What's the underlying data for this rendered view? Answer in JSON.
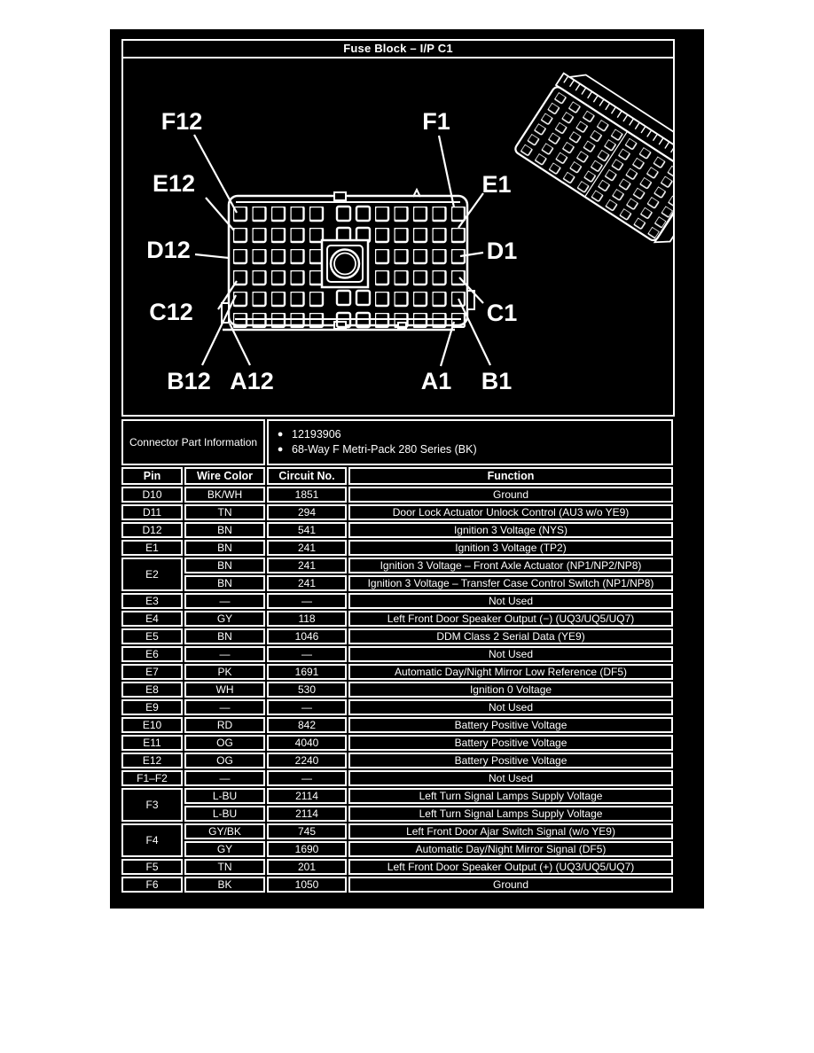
{
  "title": "Fuse Block – I/P C1",
  "colors": {
    "page_background": "#ffffff",
    "figure_background": "#000000",
    "line_and_text": "#ffffff"
  },
  "connector_info": {
    "label": "Connector Part Information",
    "bullets": [
      "12193906",
      "68-Way F Metri-Pack 280 Series (BK)"
    ]
  },
  "diagram": {
    "labels": {
      "f12": "F12",
      "f1": "F1",
      "e12": "E12",
      "e1": "E1",
      "d12": "D12",
      "d1": "D1",
      "c12": "C12",
      "c1": "C1",
      "b12": "B12",
      "a12": "A12",
      "a1": "A1",
      "b1": "B1"
    }
  },
  "table": {
    "headers": [
      "Pin",
      "Wire Color",
      "Circuit No.",
      "Function"
    ],
    "rows": [
      {
        "pin": "D10",
        "entries": [
          {
            "wire": "BK/WH",
            "circuit": "1851",
            "function": "Ground"
          }
        ]
      },
      {
        "pin": "D11",
        "entries": [
          {
            "wire": "TN",
            "circuit": "294",
            "function": "Door Lock Actuator Unlock Control (AU3 w/o YE9)"
          }
        ]
      },
      {
        "pin": "D12",
        "entries": [
          {
            "wire": "BN",
            "circuit": "541",
            "function": "Ignition 3 Voltage (NYS)"
          }
        ]
      },
      {
        "pin": "E1",
        "entries": [
          {
            "wire": "BN",
            "circuit": "241",
            "function": "Ignition 3 Voltage (TP2)"
          }
        ]
      },
      {
        "pin": "E2",
        "entries": [
          {
            "wire": "BN",
            "circuit": "241",
            "function": "Ignition 3 Voltage – Front Axle Actuator (NP1/NP2/NP8)"
          },
          {
            "wire": "BN",
            "circuit": "241",
            "function": "Ignition 3 Voltage – Transfer Case Control Switch (NP1/NP8)"
          }
        ]
      },
      {
        "pin": "E3",
        "entries": [
          {
            "wire": "—",
            "circuit": "—",
            "function": "Not Used"
          }
        ]
      },
      {
        "pin": "E4",
        "entries": [
          {
            "wire": "GY",
            "circuit": "118",
            "function": "Left Front Door Speaker Output (−) (UQ3/UQ5/UQ7)"
          }
        ]
      },
      {
        "pin": "E5",
        "entries": [
          {
            "wire": "BN",
            "circuit": "1046",
            "function": "DDM Class 2 Serial Data (YE9)"
          }
        ]
      },
      {
        "pin": "E6",
        "entries": [
          {
            "wire": "—",
            "circuit": "—",
            "function": "Not Used"
          }
        ]
      },
      {
        "pin": "E7",
        "entries": [
          {
            "wire": "PK",
            "circuit": "1691",
            "function": "Automatic Day/Night Mirror Low Reference (DF5)"
          }
        ]
      },
      {
        "pin": "E8",
        "entries": [
          {
            "wire": "WH",
            "circuit": "530",
            "function": "Ignition 0 Voltage"
          }
        ]
      },
      {
        "pin": "E9",
        "entries": [
          {
            "wire": "—",
            "circuit": "—",
            "function": "Not Used"
          }
        ]
      },
      {
        "pin": "E10",
        "entries": [
          {
            "wire": "RD",
            "circuit": "842",
            "function": "Battery Positive Voltage"
          }
        ]
      },
      {
        "pin": "E11",
        "entries": [
          {
            "wire": "OG",
            "circuit": "4040",
            "function": "Battery Positive Voltage"
          }
        ]
      },
      {
        "pin": "E12",
        "entries": [
          {
            "wire": "OG",
            "circuit": "2240",
            "function": "Battery Positive Voltage"
          }
        ]
      },
      {
        "pin": "F1–F2",
        "entries": [
          {
            "wire": "—",
            "circuit": "—",
            "function": "Not Used"
          }
        ]
      },
      {
        "pin": "F3",
        "entries": [
          {
            "wire": "L-BU",
            "circuit": "2114",
            "function": "Left Turn Signal Lamps Supply Voltage"
          },
          {
            "wire": "L-BU",
            "circuit": "2114",
            "function": "Left Turn Signal Lamps Supply Voltage"
          }
        ]
      },
      {
        "pin": "F4",
        "entries": [
          {
            "wire": "GY/BK",
            "circuit": "745",
            "function": "Left Front Door Ajar Switch Signal (w/o YE9)"
          },
          {
            "wire": "GY",
            "circuit": "1690",
            "function": "Automatic Day/Night Mirror Signal (DF5)"
          }
        ]
      },
      {
        "pin": "F5",
        "entries": [
          {
            "wire": "TN",
            "circuit": "201",
            "function": "Left Front Door Speaker Output (+) (UQ3/UQ5/UQ7)"
          }
        ]
      },
      {
        "pin": "F6",
        "entries": [
          {
            "wire": "BK",
            "circuit": "1050",
            "function": "Ground"
          }
        ]
      }
    ]
  }
}
